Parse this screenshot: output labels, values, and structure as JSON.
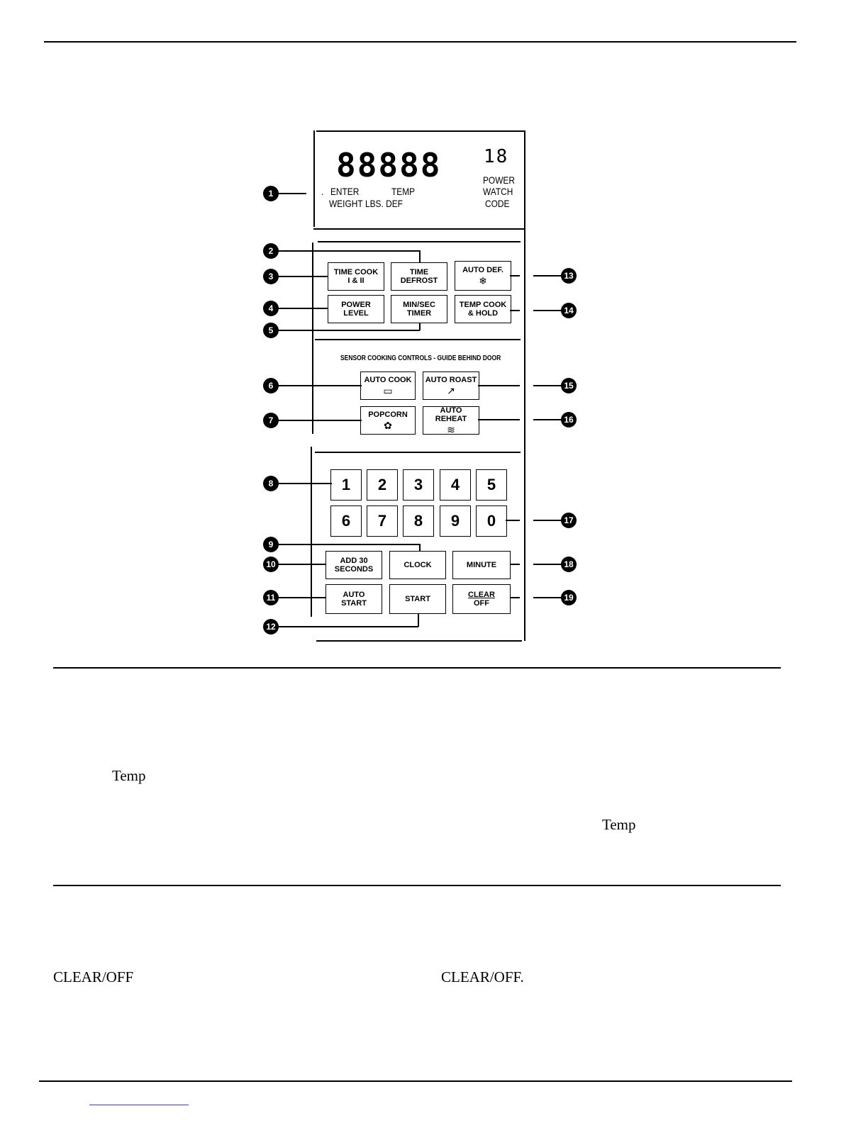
{
  "display": {
    "digits": "88888",
    "small_digits": "18",
    "labels": {
      "enter": "ENTER",
      "temp": "TEMP",
      "power": "POWER",
      "weight": "WEIGHT",
      "lbs_def": "LBS. DEF",
      "watch": "WATCH",
      "code": "CODE"
    }
  },
  "buttons": {
    "time_cook": [
      "TIME COOK",
      "I & II"
    ],
    "time_defrost": [
      "TIME",
      "DEFROST"
    ],
    "auto_def": [
      "AUTO DEF.",
      "❄"
    ],
    "power_level": [
      "POWER",
      "LEVEL"
    ],
    "min_sec_timer": [
      "MIN/SEC",
      "TIMER"
    ],
    "temp_cook_hold": [
      "TEMP COOK",
      "& HOLD"
    ],
    "auto_cook": [
      "AUTO COOK",
      "▭"
    ],
    "auto_roast": [
      "AUTO ROAST",
      "↗"
    ],
    "popcorn": [
      "POPCORN",
      "✿"
    ],
    "auto_reheat": [
      "AUTO REHEAT",
      "≋"
    ],
    "add_30": [
      "ADD 30",
      "SECONDS"
    ],
    "clock": "CLOCK",
    "minute": "MINUTE",
    "auto_start": [
      "AUTO",
      "START"
    ],
    "start": "START",
    "clear_off": [
      "CLEAR",
      "OFF"
    ]
  },
  "sensor_title": "SENSOR COOKING CONTROLS - GUIDE BEHIND DOOR",
  "numbers": [
    "1",
    "2",
    "3",
    "4",
    "5",
    "6",
    "7",
    "8",
    "9",
    "0"
  ],
  "callouts": [
    "1",
    "2",
    "3",
    "4",
    "5",
    "6",
    "7",
    "8",
    "9",
    "10",
    "11",
    "12",
    "13",
    "14",
    "15",
    "16",
    "17",
    "18",
    "19"
  ],
  "body": {
    "temp_left": "Temp",
    "temp_right": "Temp",
    "clear_left": "CLEAR/OFF",
    "clear_right": "CLEAR/OFF."
  }
}
